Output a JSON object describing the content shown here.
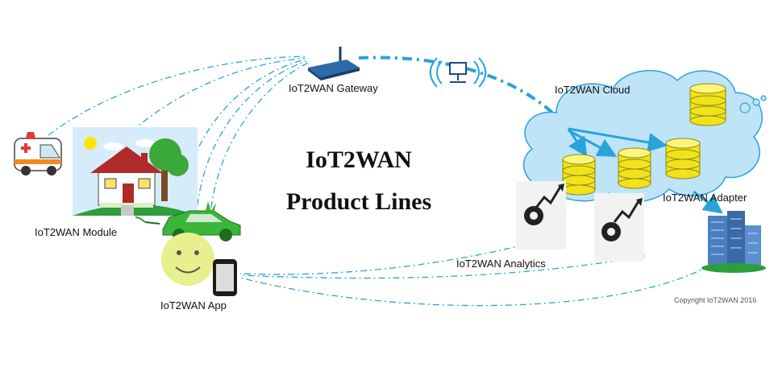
{
  "title": {
    "line1": "IoT2WAN",
    "line2": "Product Lines"
  },
  "labels": {
    "gateway": "IoT2WAN Gateway",
    "cloud": "IoT2WAN Cloud",
    "module": "IoT2WAN Module",
    "adapter": "IoT2WAN Adapter",
    "analytics": "IoT2WAN Analytics",
    "app": "IoT2WAN App"
  },
  "copyright": "Copyright IoT2WAN 2016",
  "colors": {
    "link": "#29a3dc",
    "cloud": "#bfe4f7",
    "coin": "#f2e21a",
    "grass": "#2e9e3a",
    "car": "#3cb53c",
    "face": "#e8ef8e"
  },
  "icons": [
    "ambulance-icon",
    "house-icon",
    "car-icon",
    "smiley-face-icon",
    "smartphone-icon",
    "router-icon",
    "wireless-hub-icon",
    "cloud-icon",
    "database-icon",
    "analytics-brain-icon",
    "office-building-icon"
  ]
}
